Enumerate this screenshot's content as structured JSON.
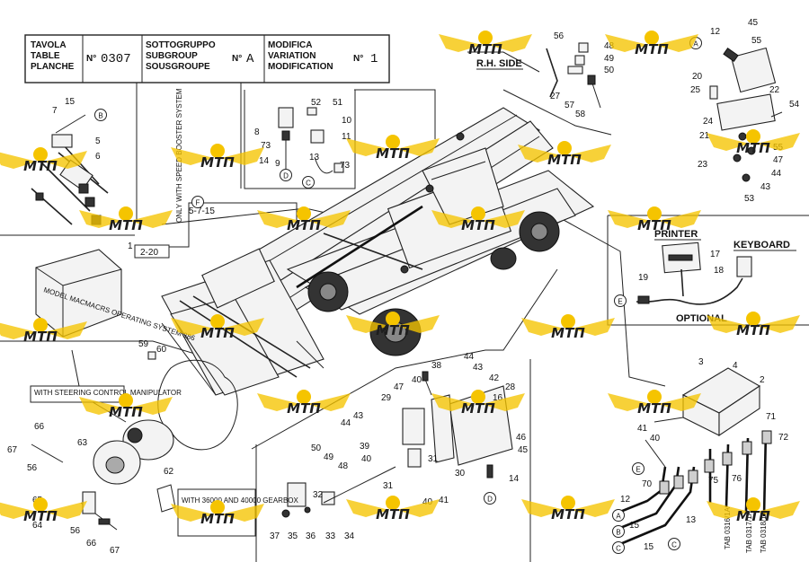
{
  "header": {
    "tavola_labels": [
      "TAVOLA",
      "TABLE",
      "PLANCHE"
    ],
    "table_no_label": "N°",
    "table_no": "0307",
    "subgroup_labels": [
      "SOTTOGRUPPO",
      "SUBGROUP",
      "SOUSGROUPE"
    ],
    "subgroup_no_label": "N°",
    "subgroup_no": "A",
    "modification_labels": [
      "MODIFICA",
      "VARIATION",
      "MODIFICATION"
    ],
    "modification_no_label": "N°",
    "modification_no": "1"
  },
  "side_labels": {
    "rh_side": "R.H. SIDE",
    "printer": "PRINTER",
    "keyboard": "KEYBOARD",
    "optional": "OPTIONAL",
    "speed_booster": "ONLY WITH SPEED BOOSTER SYSTEM",
    "speed_booster_ref": "5-7-15",
    "steering_note": "WITH STEERING CONTROL MANIPULATOR",
    "gearbox_note": "WITH 36000 AND 40000 GEARBOX",
    "model_box": "MODEL MACMACRS OPERATING SYSTEM 386",
    "ref_page": "2-20"
  },
  "tab_labels": [
    "TAB 0316/1A",
    "TAB 0317/1A",
    "TAB 0318/1A"
  ],
  "callouts": [
    "A",
    "B",
    "C",
    "D",
    "E",
    "F"
  ],
  "part_numbers": [
    "1",
    "2",
    "3",
    "4",
    "5",
    "6",
    "7",
    "8",
    "9",
    "10",
    "11",
    "12",
    "13",
    "14",
    "15",
    "16",
    "17",
    "18",
    "19",
    "20",
    "21",
    "22",
    "23",
    "24",
    "25",
    "27",
    "28",
    "29",
    "30",
    "31",
    "32",
    "33",
    "34",
    "35",
    "36",
    "37",
    "38",
    "39",
    "40",
    "41",
    "42",
    "43",
    "44",
    "45",
    "46",
    "47",
    "48",
    "49",
    "50",
    "51",
    "52",
    "53",
    "54",
    "55",
    "56",
    "57",
    "58",
    "59",
    "60",
    "62",
    "63",
    "64",
    "65",
    "66",
    "67",
    "70",
    "71",
    "72",
    "73",
    "75",
    "76"
  ],
  "watermark": {
    "text": "МТП",
    "color": "#f5c400"
  }
}
